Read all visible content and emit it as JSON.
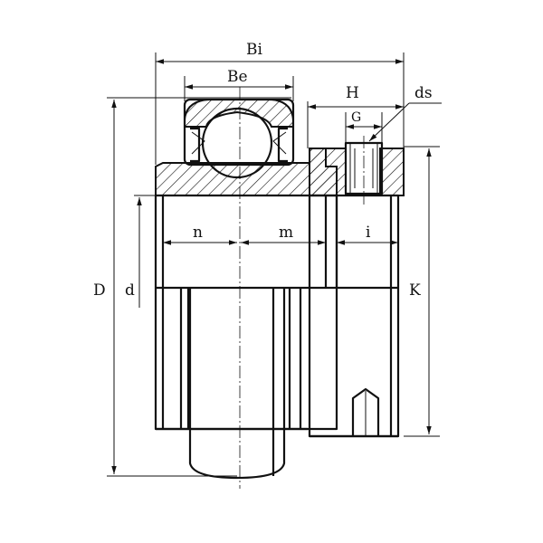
{
  "diagram": {
    "labels": {
      "Bi": "Bi",
      "Be": "Be",
      "H": "H",
      "ds": "ds",
      "G": "G",
      "n": "n",
      "m": "m",
      "i": "i",
      "D": "D",
      "d": "d",
      "K": "K"
    }
  }
}
